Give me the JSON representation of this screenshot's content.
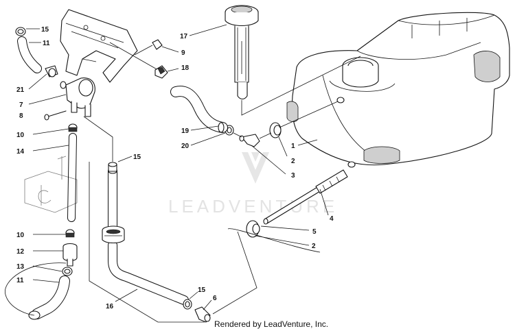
{
  "watermark": {
    "text": "LEADVENTURE"
  },
  "credit": {
    "text": "Rendered by LeadVenture, Inc."
  },
  "callouts": {
    "c1": "1",
    "c2a": "2",
    "c2b": "2",
    "c3": "3",
    "c4": "4",
    "c5": "5",
    "c6": "6",
    "c7": "7",
    "c8": "8",
    "c9": "9",
    "c10a": "10",
    "c10b": "10",
    "c11a": "11",
    "c11b": "11",
    "c12": "12",
    "c13": "13",
    "c14": "14",
    "c15a": "15",
    "c15b": "15",
    "c15c": "15",
    "c16": "16",
    "c17": "17",
    "c18": "18",
    "c19": "19",
    "c20": "20",
    "c21": "21"
  }
}
